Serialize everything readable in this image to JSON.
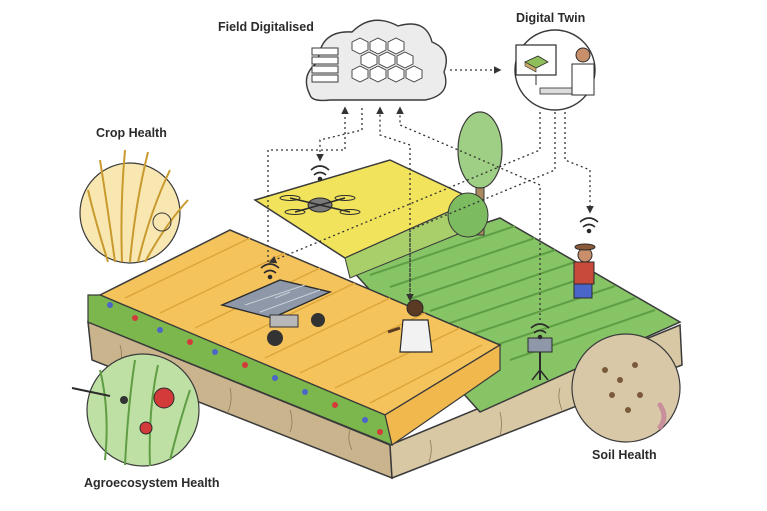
{
  "labels": {
    "field_digitalised": "Field Digitalised",
    "digital_twin": "Digital Twin",
    "crop_health": "Crop Health",
    "agroecosystem_health": "Agroecosystem Health",
    "soil_health": "Soil Health"
  },
  "colors": {
    "wheat": "#f5c25a",
    "rapeseed": "#f2e25a",
    "crop_green": "#7fc260",
    "soil": "#cbb995",
    "flower_strip": "#79b54b",
    "outline": "#3a3a3a",
    "cloud": "#e8e8e8"
  },
  "icons": [
    "cloud-icon",
    "server-icon",
    "drone-icon",
    "robot-icon",
    "wifi-icon",
    "tree-icon",
    "farmer-icon",
    "sensor-icon",
    "computer-icon"
  ]
}
